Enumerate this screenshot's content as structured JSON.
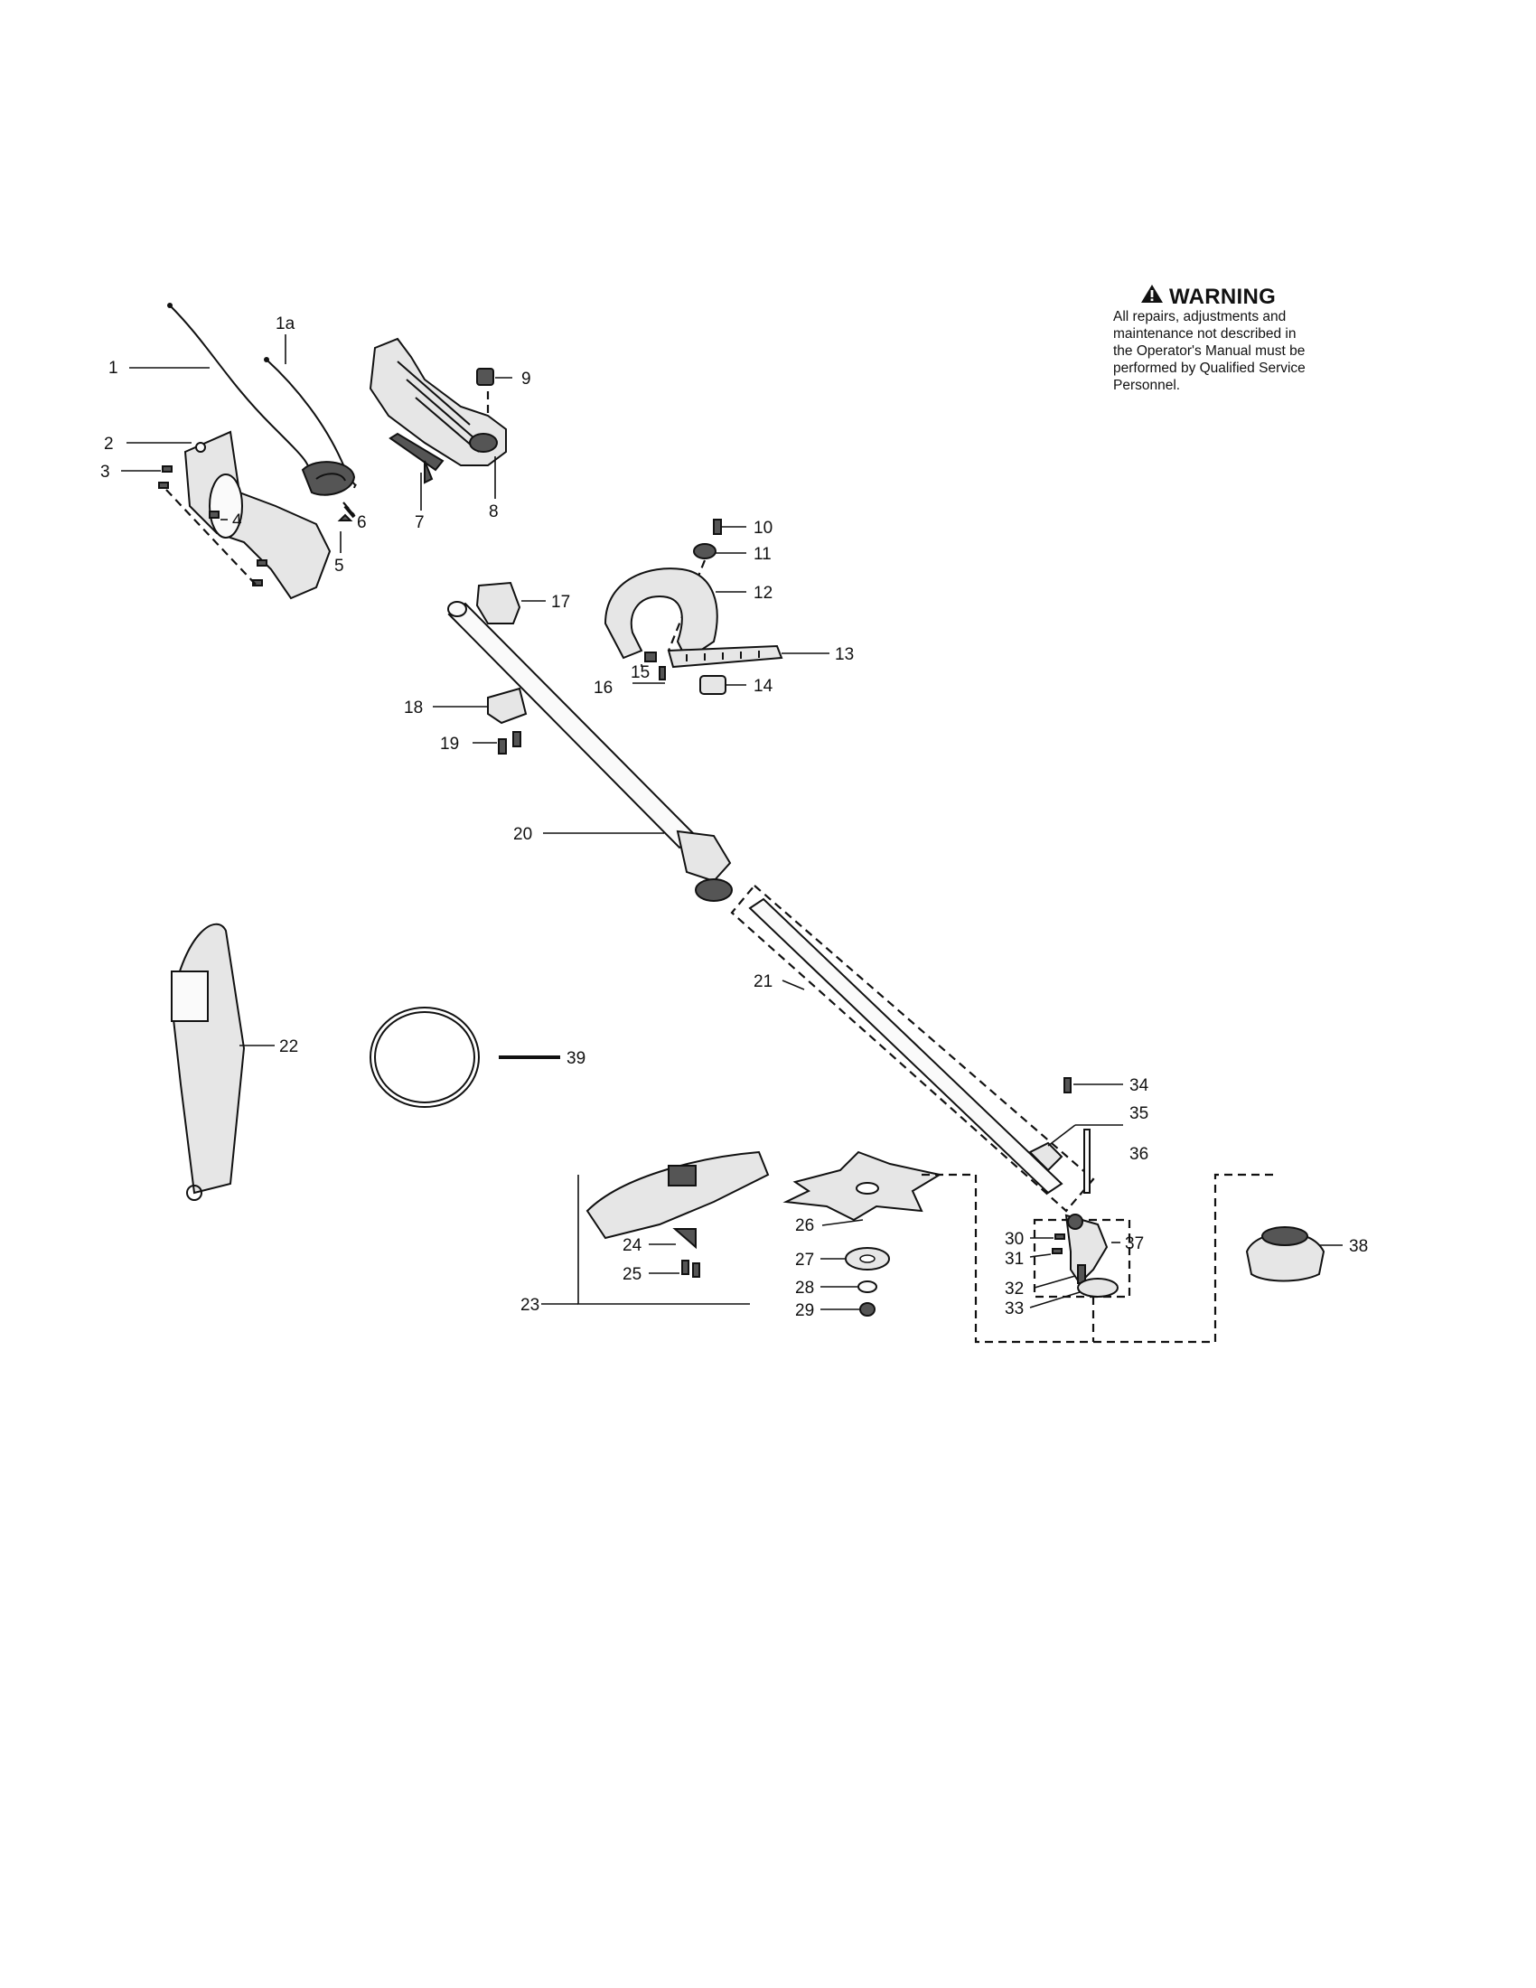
{
  "warning": {
    "title": "WARNING",
    "icon": "warning-triangle-icon",
    "lines": [
      "All repairs, adjustments and",
      "maintenance not described in",
      "the Operator's Manual must be",
      "performed by Qualified Service",
      "Personnel."
    ]
  },
  "callouts": {
    "p1": "1",
    "p1a": "1a",
    "p2": "2",
    "p3": "3",
    "p4": "4",
    "p5": "5",
    "p6": "6",
    "p7": "7",
    "p8": "8",
    "p9": "9",
    "p10": "10",
    "p11": "11",
    "p12": "12",
    "p13": "13",
    "p14": "14",
    "p15": "15",
    "p16": "16",
    "p17": "17",
    "p18": "18",
    "p19": "19",
    "p20": "20",
    "p21": "21",
    "p22": "22",
    "p23": "23",
    "p24": "24",
    "p25": "25",
    "p26": "26",
    "p27": "27",
    "p28": "28",
    "p29": "29",
    "p30": "30",
    "p31": "31",
    "p32": "32",
    "p33": "33",
    "p34": "34",
    "p35": "35",
    "p36": "36",
    "p37": "37",
    "p38": "38",
    "p39": "39"
  }
}
